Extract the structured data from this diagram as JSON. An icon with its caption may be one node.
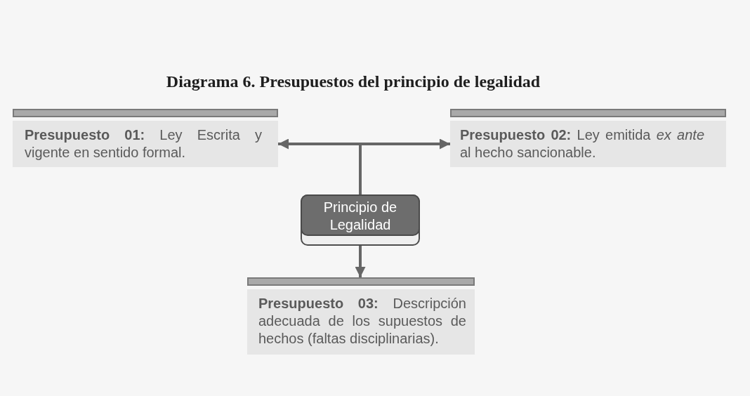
{
  "diagram": {
    "title": "Diagrama 6. Presupuestos del principio de legalidad",
    "nodes": [
      {
        "text": [
          "**Presupuesto 01:** Ley Escrita y vigente en sentido formal."
        ]
      },
      {
        "text": [
          "**Presupuesto 02:** Ley emitida *ex ante* al hecho sancionable."
        ]
      },
      {
        "text": [
          "Principio de Legalidad"
        ]
      },
      {
        "text": [
          "**Presupuesto 03:** Descripción adecuada de los supuestos de hechos (faltas disciplinarias)."
        ]
      }
    ],
    "edges": [
      {
        "from": 2,
        "to": 0,
        "arrow": "to"
      },
      {
        "from": 2,
        "to": 1,
        "arrow": "to"
      },
      {
        "from": 2,
        "to": 3,
        "arrow": "to"
      }
    ]
  }
}
